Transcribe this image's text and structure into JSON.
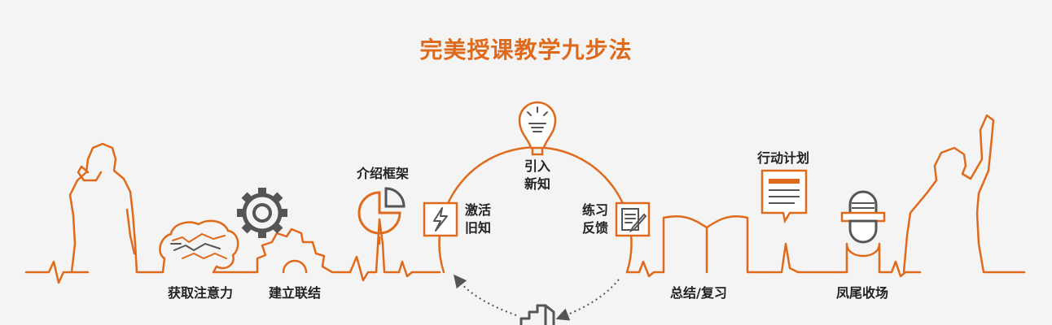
{
  "title": "完美授课教学九步法",
  "colors": {
    "accent": "#e06a1b",
    "text": "#222222",
    "gray": "#555555",
    "background": "#f4f4f4"
  },
  "steps": [
    {
      "label": "获取注意力",
      "icon": "brain-icon"
    },
    {
      "label": "建立联结",
      "icon": "gears-icon"
    },
    {
      "label": "介绍框架",
      "icon": "pie-chart-icon"
    },
    {
      "label_line1": "激活",
      "label_line2": "旧知",
      "icon": "lightning-icon"
    },
    {
      "label_line1": "引入",
      "label_line2": "新知",
      "icon": "lightbulb-icon"
    },
    {
      "label_line1": "练习",
      "label_line2": "反馈",
      "icon": "notepad-pencil-icon"
    },
    {
      "label": "总结/复习",
      "icon": "open-book-icon"
    },
    {
      "label": "行动计划",
      "icon": "document-icon"
    },
    {
      "label": "凤尾收场",
      "icon": "microphone-icon"
    }
  ]
}
